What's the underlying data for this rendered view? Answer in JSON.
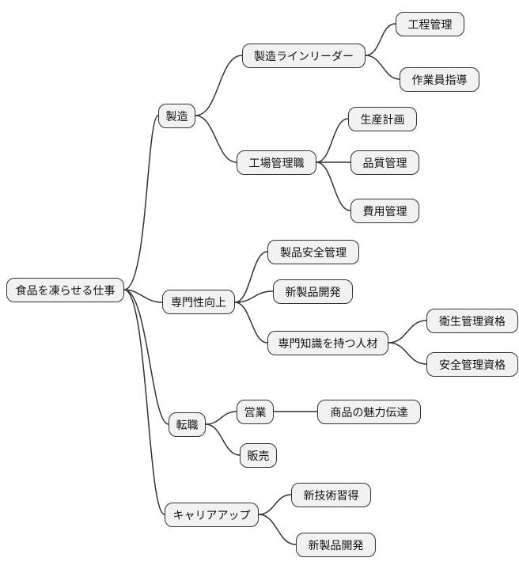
{
  "colors": {
    "background": "#ffffff",
    "node_fill": "#f2f2f2",
    "node_border": "#333333",
    "connector": "#333333"
  },
  "mindmap": {
    "root": {
      "label": "食品を凍らせる仕事",
      "children": [
        {
          "label": "製造",
          "children": [
            {
              "label": "製造ラインリーダー",
              "children": [
                {
                  "label": "工程管理"
                },
                {
                  "label": "作業員指導"
                }
              ]
            },
            {
              "label": "工場管理職",
              "children": [
                {
                  "label": "生産計画"
                },
                {
                  "label": "品質管理"
                },
                {
                  "label": "費用管理"
                }
              ]
            }
          ]
        },
        {
          "label": "専門性向上",
          "children": [
            {
              "label": "製品安全管理"
            },
            {
              "label": "新製品開発"
            },
            {
              "label": "専門知識を持つ人材",
              "children": [
                {
                  "label": "衛生管理資格"
                },
                {
                  "label": "安全管理資格"
                }
              ]
            }
          ]
        },
        {
          "label": "転職",
          "children": [
            {
              "label": "営業",
              "children": [
                {
                  "label": "商品の魅力伝達"
                }
              ]
            },
            {
              "label": "販売"
            }
          ]
        },
        {
          "label": "キャリアアップ",
          "children": [
            {
              "label": "新技術習得"
            },
            {
              "label": "新製品開発"
            }
          ]
        }
      ]
    }
  }
}
